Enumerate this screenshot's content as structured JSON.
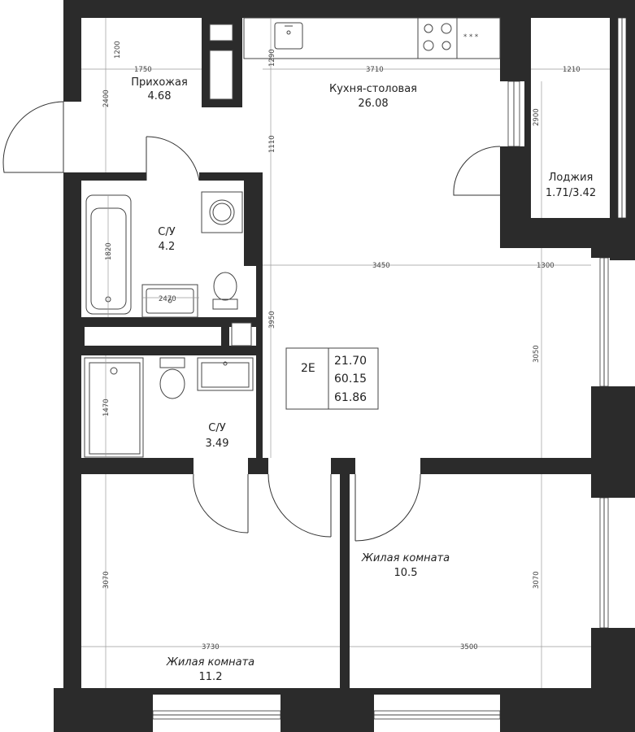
{
  "rooms": {
    "hall": {
      "name": "Прихожая",
      "area": "4.68"
    },
    "kitchen": {
      "name": "Кухня-столовая",
      "area": "26.08"
    },
    "loggia": {
      "name": "Лоджия",
      "area": "1.71/3.42"
    },
    "bath1": {
      "name": "С/У",
      "area": "4.2"
    },
    "bath2": {
      "name": "С/У",
      "area": "3.49"
    },
    "living1": {
      "name": "Жилая комната",
      "area": "10.5"
    },
    "living2": {
      "name": "Жилая комната",
      "area": "11.2"
    }
  },
  "badge": {
    "type": "2Е",
    "living_area": "21.70",
    "total_area": "60.15",
    "total_area_with_loggia": "61.86"
  },
  "dimensions": {
    "hall_width": "1750",
    "hall_v_top": "1200",
    "hall_v": "2400",
    "kitchen_top": "1290",
    "kitchen_width": "3710",
    "kitchen_v1": "1110",
    "kitchen_v2": "3950",
    "loggia_width": "1210",
    "loggia_height": "2900",
    "mid_width": "3450",
    "mid_right": "1300",
    "right_height": "3050",
    "bath_height": "1820",
    "bath_width": "2470",
    "bath2_height": "1470",
    "room_height_left": "3070",
    "room_height_right": "3070",
    "room_width_left": "3730",
    "room_width_right": "3500"
  },
  "icons": {
    "stove": "stove-icon",
    "sink": "sink-icon",
    "toilet": "toilet-icon",
    "bathtub": "bathtub-icon",
    "washer": "washing-machine-icon"
  }
}
